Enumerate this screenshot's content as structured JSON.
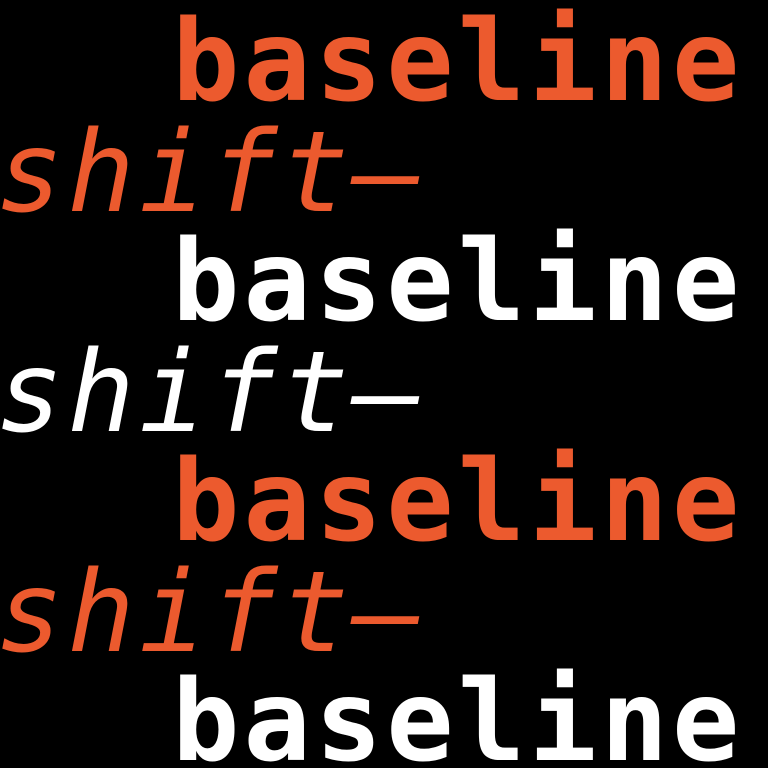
{
  "poster": {
    "colors": {
      "accent": "#ec5a2e",
      "light": "#ffffff",
      "background": "#000000"
    },
    "lines": [
      {
        "text": "baseline",
        "style": "upright",
        "color": "accent"
      },
      {
        "text": "shift—",
        "style": "italic",
        "color": "accent"
      },
      {
        "text": "baseline",
        "style": "upright",
        "color": "light"
      },
      {
        "text": "shift—",
        "style": "italic",
        "color": "light"
      },
      {
        "text": "baseline",
        "style": "upright",
        "color": "accent"
      },
      {
        "text": "shift—",
        "style": "italic",
        "color": "accent"
      },
      {
        "text": "baseline",
        "style": "upright",
        "color": "light"
      }
    ]
  }
}
